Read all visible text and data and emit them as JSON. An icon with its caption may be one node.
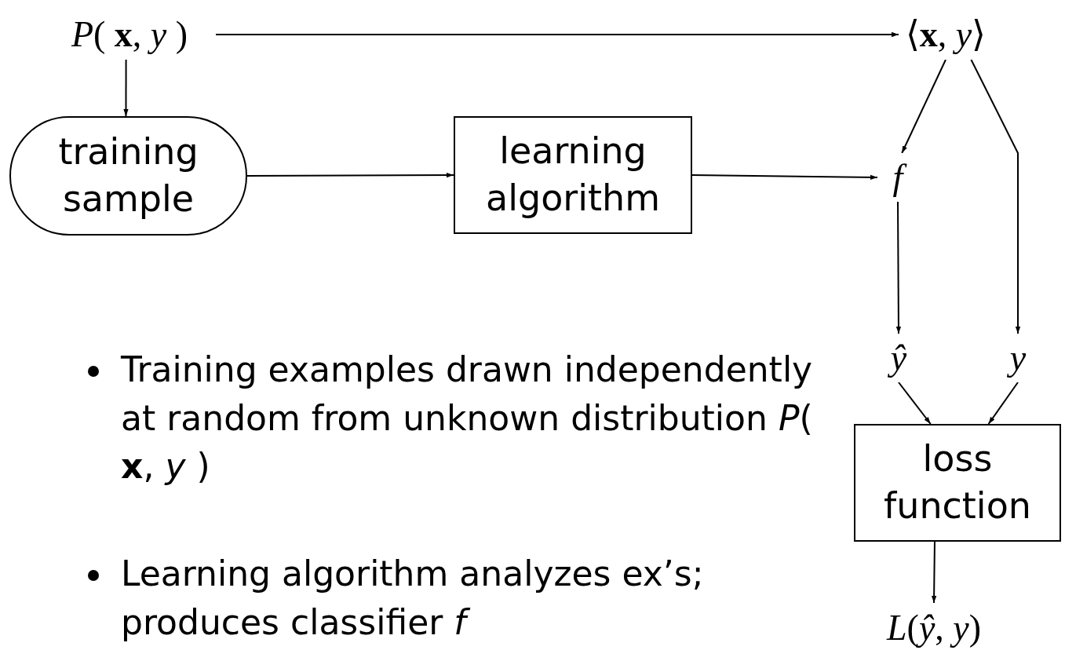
{
  "diagram": {
    "nodes": [
      {
        "text": [
          "*P*( **x**, *y* )"
        ]
      },
      {
        "text": [
          "⟨**x**, *y*⟩"
        ]
      },
      {
        "text": [
          "training sample"
        ]
      },
      {
        "text": [
          "learning algorithm"
        ]
      },
      {
        "text": [
          "*f*"
        ]
      },
      {
        "text": [
          "*ŷ*"
        ]
      },
      {
        "text": [
          "*y*"
        ]
      },
      {
        "text": [
          "loss function"
        ]
      },
      {
        "text": [
          "*L*(*ŷ*, *y*)"
        ]
      }
    ],
    "edges": [
      {
        "from": 0,
        "to": 1,
        "arrow": "to"
      },
      {
        "from": 0,
        "to": 2,
        "arrow": "to"
      },
      {
        "from": 2,
        "to": 3,
        "arrow": "to"
      },
      {
        "from": 3,
        "to": 4,
        "arrow": "to"
      },
      {
        "from": 1,
        "to": 4,
        "arrow": "to"
      },
      {
        "from": 1,
        "to": 6,
        "arrow": "to"
      },
      {
        "from": 4,
        "to": 5,
        "arrow": "to"
      },
      {
        "from": 5,
        "to": 7,
        "arrow": "to"
      },
      {
        "from": 6,
        "to": 7,
        "arrow": "to"
      },
      {
        "from": 7,
        "to": 8,
        "arrow": "to"
      }
    ],
    "labels": [
      "Training examples drawn independently at random from unknown distribution *P*( **x**, *y* )",
      "Learning algorithm analyzes ex’s; produces classifier *f*"
    ]
  }
}
